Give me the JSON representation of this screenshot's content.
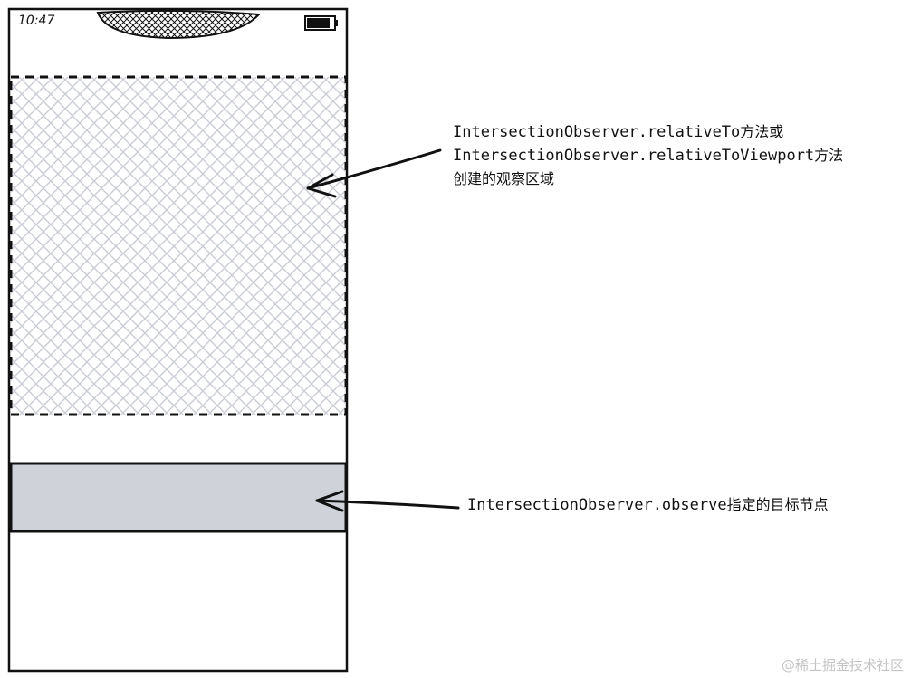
{
  "status_bar": {
    "time": "10:47",
    "battery_icon": "battery-icon",
    "notch_icon": "notch-icon"
  },
  "annotations": {
    "viewport_region": {
      "line1_code": "IntersectionObserver.relativeTo",
      "line1_text": "方法或",
      "line2_code": "IntersectionObserver.relativeToViewport",
      "line2_text": "方法",
      "line3_text": "创建的观察区域"
    },
    "target_node": {
      "code": "IntersectionObserver.observe",
      "text": "指定的目标节点"
    }
  },
  "watermark": "@稀土掘金技术社区",
  "colors": {
    "stroke": "#111111",
    "hatch": "#c9ccd2",
    "target_fill": "#cfd3d9"
  }
}
